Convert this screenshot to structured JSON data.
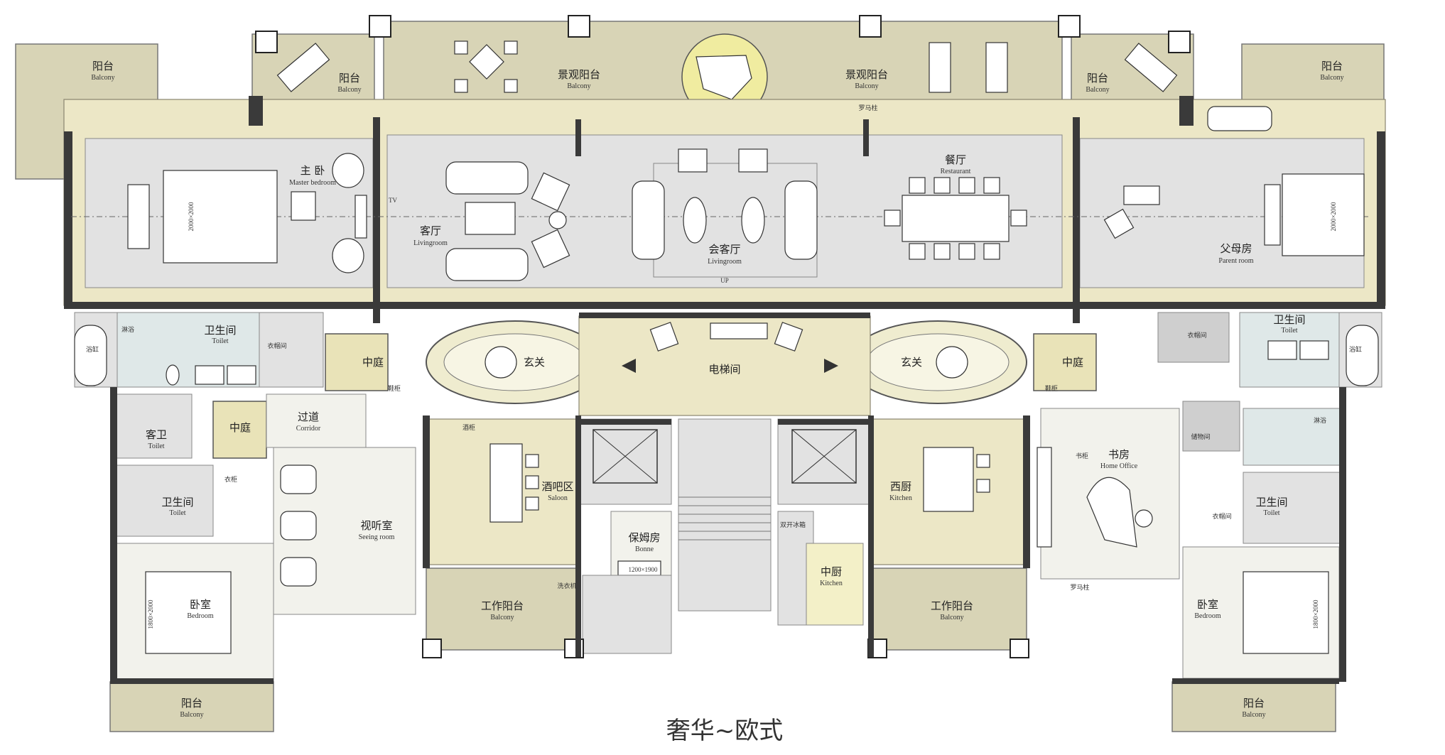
{
  "caption": "奢华~欧式",
  "rooms": {
    "balcony_tl": {
      "cn": "阳台",
      "en": "Balcony"
    },
    "balcony_tl2": {
      "cn": "阳台",
      "en": "Balcony"
    },
    "view_balcony_l": {
      "cn": "景观阳台",
      "en": "Balcony"
    },
    "view_balcony_r": {
      "cn": "景观阳台",
      "en": "Balcony"
    },
    "balcony_tr2": {
      "cn": "阳台",
      "en": "Balcony"
    },
    "balcony_tr": {
      "cn": "阳台",
      "en": "Balcony"
    },
    "master_bedroom": {
      "cn": "主  卧",
      "en": "Master bedroom"
    },
    "living_room": {
      "cn": "客厅",
      "en": "Livingroom"
    },
    "reception_room": {
      "cn": "会客厅",
      "en": "Livingroom"
    },
    "restaurant": {
      "cn": "餐厅",
      "en": "Restaurant"
    },
    "parent_room": {
      "cn": "父母房",
      "en": "Parent room"
    },
    "toilet_tl": {
      "cn": "卫生间",
      "en": "Toilet"
    },
    "toilet_tr": {
      "cn": "卫生间",
      "en": "Toilet"
    },
    "courtyard_l": {
      "cn": "中庭",
      "en": ""
    },
    "courtyard_r": {
      "cn": "中庭",
      "en": ""
    },
    "courtyard_small": {
      "cn": "中庭",
      "en": ""
    },
    "foyer_l": {
      "cn": "玄关",
      "en": ""
    },
    "foyer_r": {
      "cn": "玄关",
      "en": ""
    },
    "elevator_hall": {
      "cn": "电梯间",
      "en": ""
    },
    "guest_toilet": {
      "cn": "客卫",
      "en": "Toilet"
    },
    "corridor": {
      "cn": "过道",
      "en": "Corridor"
    },
    "toilet_ml": {
      "cn": "卫生间",
      "en": "Toilet"
    },
    "toilet_mr": {
      "cn": "卫生间",
      "en": "Toilet"
    },
    "seeing_room": {
      "cn": "视听室",
      "en": "Seeing room"
    },
    "saloon": {
      "cn": "酒吧区",
      "en": "Saloon"
    },
    "bonne": {
      "cn": "保姆房",
      "en": "Bonne"
    },
    "western_kitchen": {
      "cn": "西厨",
      "en": "Kitchen"
    },
    "chinese_kitchen": {
      "cn": "中厨",
      "en": "Kitchen"
    },
    "home_office": {
      "cn": "书房",
      "en": "Home Office"
    },
    "bedroom_l": {
      "cn": "卧室",
      "en": "Bedroom"
    },
    "bedroom_r": {
      "cn": "卧室",
      "en": "Bedroom"
    },
    "work_balcony_l": {
      "cn": "工作阳台",
      "en": "Balcony"
    },
    "work_balcony_r": {
      "cn": "工作阳台",
      "en": "Balcony"
    },
    "balcony_bl": {
      "cn": "阳台",
      "en": "Balcony"
    },
    "balcony_br": {
      "cn": "阳台",
      "en": "Balcony"
    }
  },
  "notes": {
    "roman_col_top": "罗马柱",
    "roman_col_bottom": "罗马柱",
    "tv": "TV",
    "bath_l": "淋浴",
    "bathtub_l": "浴缸",
    "bathtub_r": "浴缸",
    "bath_r": "淋浴",
    "closet_l": "衣帽间",
    "closet_r": "衣帽间",
    "closet_m": "衣帽间",
    "shoe_l": "鞋柜",
    "shoe_r": "鞋柜",
    "wine": "酒柜",
    "wardrobe": "衣柜",
    "bookcase": "书柜",
    "storage": "储物间",
    "fridge": "双开冰箱",
    "laundry": "洗衣机",
    "bed_l_size": "1800×2000",
    "bed_r_size": "1800×2000",
    "bed_master_size": "2000×2000",
    "bed_parent_size": "2000×2000",
    "bonne_size": "1200×1900",
    "up": "UP"
  }
}
